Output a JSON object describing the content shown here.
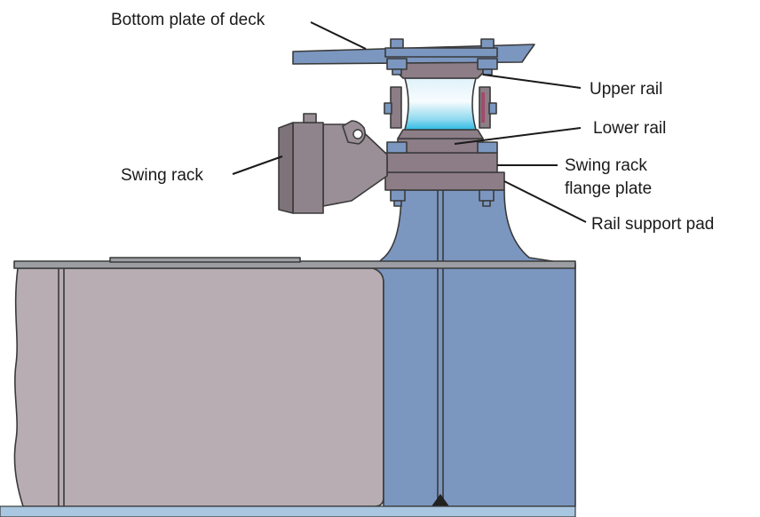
{
  "labels": {
    "bottom_plate": "Bottom plate of deck",
    "upper_rail": "Upper rail",
    "lower_rail": "Lower rail",
    "swing_rack": "Swing rack",
    "flange_plate_line1": "Swing rack",
    "flange_plate_line2": "flange plate",
    "support_pad": "Rail support pad"
  },
  "colors": {
    "steel_blue": "#7b97c0",
    "steel_grey": "#b7adb2",
    "rail_mauve": "#8c7d86",
    "rack_grey": "#9a8f96",
    "roller_cyan": "#42c6e8",
    "roller_light": "#eaf6fb"
  }
}
